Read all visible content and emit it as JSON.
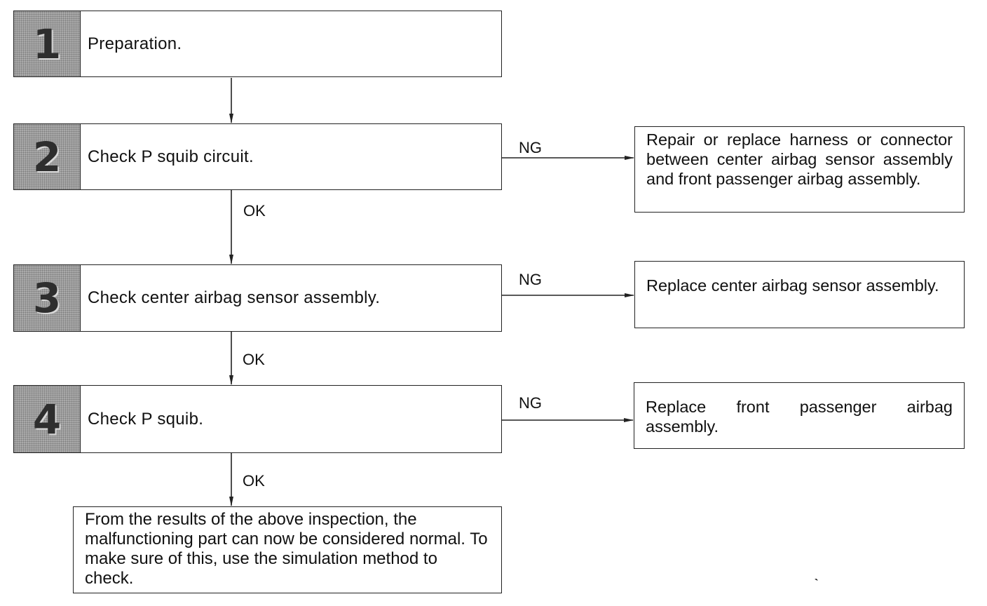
{
  "steps": [
    {
      "number": "1",
      "label": "Preparation."
    },
    {
      "number": "2",
      "label": "Check P squib circuit."
    },
    {
      "number": "3",
      "label": "Check center airbag sensor assembly."
    },
    {
      "number": "4",
      "label": "Check P squib."
    }
  ],
  "actions": [
    {
      "text": "Repair or replace harness or connector between center airbag sensor assembly and front passenger airbag assembly."
    },
    {
      "text": "Replace center airbag sensor assembly."
    },
    {
      "text": "Replace front passenger airbag assembly."
    }
  ],
  "final": {
    "text": "From the results of the above inspection, the malfunctioning part can now be considered normal. To make sure of this, use the simulation method to check."
  },
  "labels": {
    "ng": "NG",
    "ok": "OK"
  },
  "stray_mark": "ˎ"
}
